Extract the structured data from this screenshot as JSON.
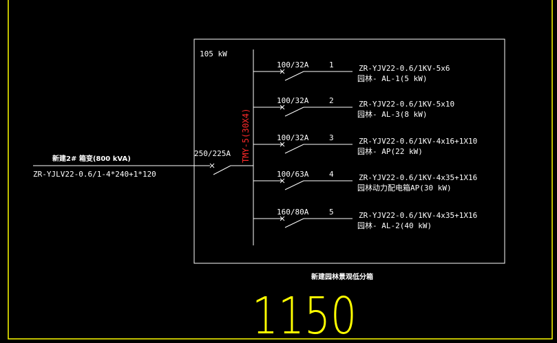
{
  "colors": {
    "background": "#000000",
    "frame": "#ffff00",
    "lines": "#ffffff",
    "busbar_label": "#ff2a2a",
    "big_number": "#ffff00"
  },
  "panel": {
    "load": "105 kW",
    "busbar": "TMY-5(30X4)",
    "title": "新建园林景观低分箱"
  },
  "incoming": {
    "source": "新建2# 箱变(800 kVA)",
    "cable": "ZR-YJLV22-0.6/1-4*240+1*120",
    "breaker": "250/225A"
  },
  "circuits": [
    {
      "breaker": "100/32A",
      "number": "1",
      "cable": "ZR-YJV22-0.6/1KV-5x6",
      "load": "园林- AL-1(5 kW)"
    },
    {
      "breaker": "100/32A",
      "number": "2",
      "cable": "ZR-YJV22-0.6/1KV-5x10",
      "load": "园林- AL-3(8 kW)"
    },
    {
      "breaker": "100/32A",
      "number": "3",
      "cable": "ZR-YJV22-0.6/1KV-4x16+1X10",
      "load": "园林- AP(22 kW)"
    },
    {
      "breaker": "100/63A",
      "number": "4",
      "cable": "ZR-YJV22-0.6/1KV-4x35+1X16",
      "load": "园林动力配电箱AP(30 kW)"
    },
    {
      "breaker": "160/80A",
      "number": "5",
      "cable": "ZR-YJV22-0.6/1KV-4x35+1X16",
      "load": "园林- AL-2(40 kW)"
    }
  ],
  "big_number": "1150"
}
